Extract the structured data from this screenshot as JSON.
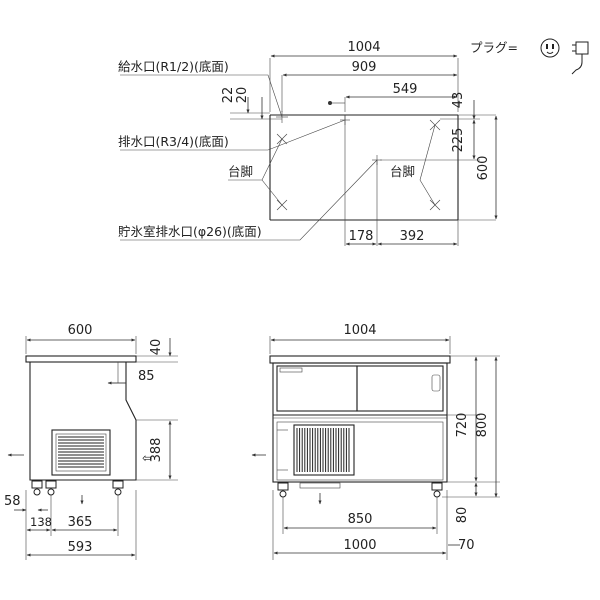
{
  "plan": {
    "labels": {
      "water_inlet": "給水口(R1/2)(底面)",
      "drain": "排水口(R3/4)(底面)",
      "leg_left": "台脚",
      "leg_right": "台脚",
      "ice_drain": "貯氷室排水口(φ26)(底面)"
    },
    "dims": {
      "width_total": "1004",
      "w909": "909",
      "w549": "549",
      "h22": "22",
      "h20": "20",
      "h43": "43",
      "h225": "225",
      "h600": "600",
      "w178": "178",
      "w392": "392"
    }
  },
  "plug": {
    "label": "プラグ=",
    "outlet_icon": "power-outlet-icon",
    "plug_icon": "power-plug-icon"
  },
  "side": {
    "dims": {
      "depth": "600",
      "top": "40",
      "d85": "85",
      "h388": "388",
      "d58": "58",
      "d138": "138",
      "d365": "365",
      "d593": "593"
    }
  },
  "front": {
    "dims": {
      "width_top": "1004",
      "h720": "720",
      "h800": "800",
      "w850": "850",
      "h80": "80",
      "w1000": "1000",
      "h70": "70"
    }
  }
}
